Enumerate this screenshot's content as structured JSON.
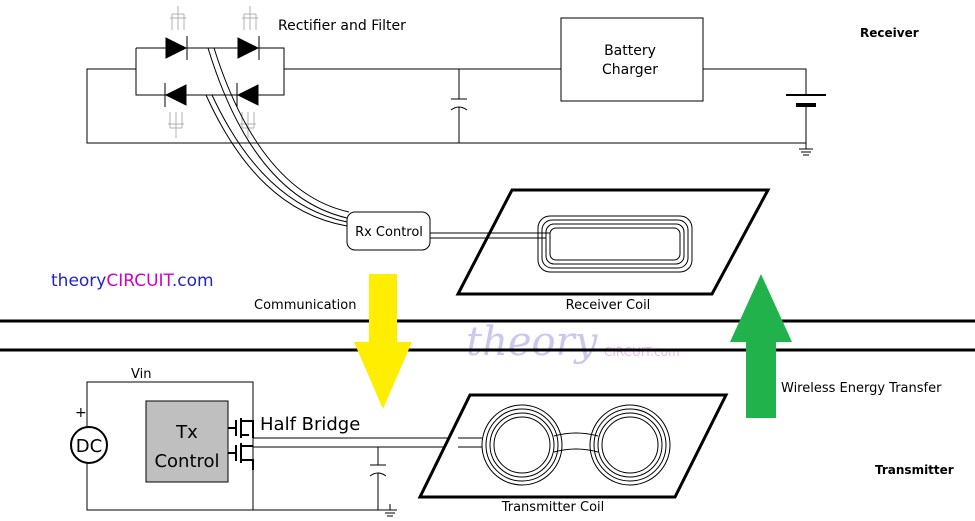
{
  "labels": {
    "rectifier": "Rectifier and Filter",
    "receiver": "Receiver",
    "battery_line1": "Battery",
    "battery_line2": "Charger",
    "rx_control": "Rx Control",
    "receiver_coil": "Receiver Coil",
    "communication": "Communication",
    "wireless": "Wireless Energy Transfer",
    "transmitter": "Transmitter",
    "transmitter_coil": "Transmitter Coil",
    "vin": "Vin",
    "half_bridge": "Half Bridge",
    "tx_line1": "Tx",
    "tx_line2": "Control",
    "dc": "DC",
    "plus": "+",
    "brand_part1": "theory",
    "brand_part2": "CIRCUIT",
    "brand_part3": ".com",
    "watermark_part1": "theory",
    "watermark_part2": "CIRCUIT.com"
  },
  "colors": {
    "communication_arrow": "#ffee00",
    "energy_arrow": "#22b24c",
    "tx_block": "#bfbfbf",
    "brand_blue": "#2222cc",
    "brand_magenta": "#cc00cc",
    "watermark_blue": "#c8c8f0",
    "watermark_pink": "#f0b8f0"
  }
}
